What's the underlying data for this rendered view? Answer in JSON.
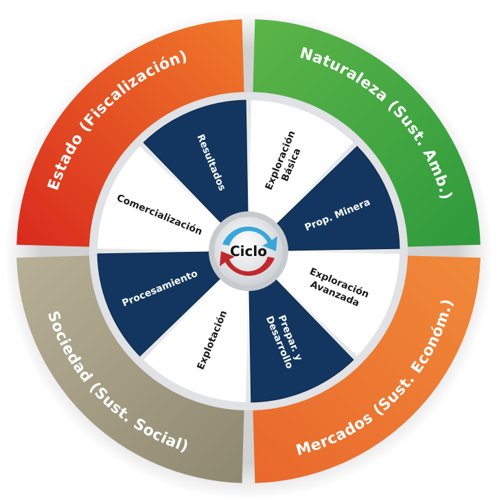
{
  "center": {
    "label": "Ciclo"
  },
  "outer_ring": [
    {
      "id": "estado",
      "label": "Estado (Fiscalización)",
      "color": "#d92a1e",
      "color2": "#f07a2a"
    },
    {
      "id": "naturaleza",
      "label": "Naturaleza (Sust. Amb.)",
      "color": "#5cb548",
      "color2": "#2e9a3c"
    },
    {
      "id": "mercados",
      "label": "Mercados (Sust. Económ.)",
      "color": "#f0893a",
      "color2": "#e9682b"
    },
    {
      "id": "sociedad",
      "label": "Sociedad (Sust. Social)",
      "color": "#b8b096",
      "color2": "#8f8870"
    }
  ],
  "wedges": [
    {
      "id": "resultados",
      "label": "Resultados",
      "dark": true
    },
    {
      "id": "exploracion-basica",
      "label": [
        "Exploración",
        "Básica"
      ],
      "dark": false
    },
    {
      "id": "prop-minera",
      "label": "Prop. Minera",
      "dark": true
    },
    {
      "id": "exploracion-avanzada",
      "label": [
        "Exploración",
        "Avanzada"
      ],
      "dark": false
    },
    {
      "id": "prepar-desarrollo",
      "label": [
        "Prepar. y",
        "Desarrollo"
      ],
      "dark": true
    },
    {
      "id": "explotacion",
      "label": "Explotación",
      "dark": false
    },
    {
      "id": "procesamiento",
      "label": "Procesamiento",
      "dark": true
    },
    {
      "id": "comercializacion",
      "label": "Comercialización",
      "dark": false
    }
  ],
  "colors": {
    "wedge_dark": "#12365f",
    "wedge_light": "#ffffff",
    "inner_bg": "#e9eaec",
    "arrow_blue": "#3aa6d8",
    "arrow_red": "#c0282d"
  }
}
